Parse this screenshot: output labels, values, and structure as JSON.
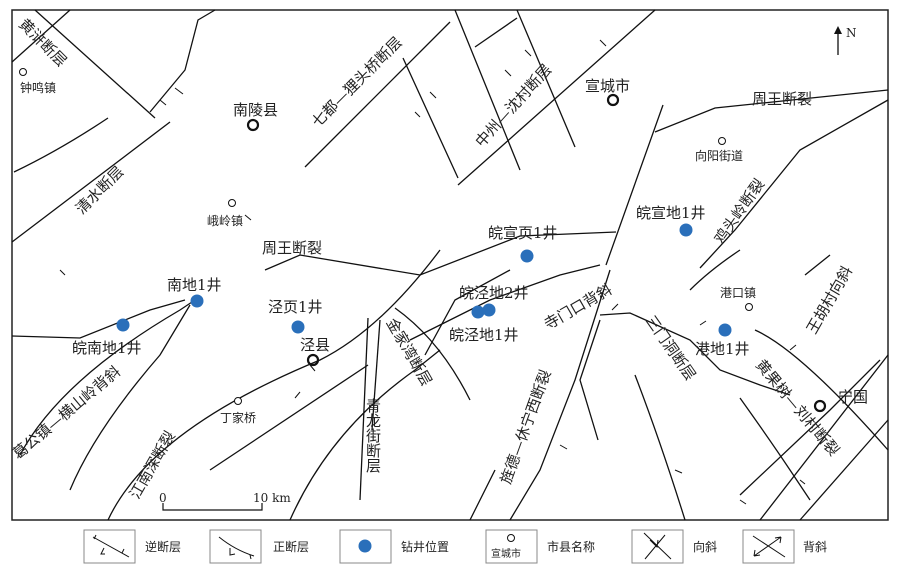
{
  "colors": {
    "well": "#2a6fba",
    "line": "#111111"
  },
  "north": "N",
  "scale": {
    "zero": "0",
    "end": "10 km"
  },
  "faults": {
    "huanghu": "黄浒断层",
    "qidu": "七都—狸头桥断层",
    "zhongzhou": "中州—沈村断层",
    "zhouwang_e": "周王断裂",
    "zhouwang_w": "周王断裂",
    "qingshui": "清水断层",
    "jitouling": "鸡头岭断裂",
    "jinjiawan": "金家湾断层",
    "qinglongjie": "青龙街断层",
    "jiangnan": "江南深断裂",
    "jingde": "旌德—休宁西断裂",
    "sanmendong": "三门洞断层",
    "huangguoshu": "黄果树—刘村断裂"
  },
  "folds": {
    "gegong": "葛公镇—横山岭背斜",
    "simenkou": "寺门口背斜",
    "wanghucun": "王胡村向斜"
  },
  "towns": {
    "zhongming": "钟鸣镇",
    "nanling": "南陵县",
    "xuancheng": "宣城市",
    "xiangyang": "向阳街道",
    "eling": "峨岭镇",
    "jingxian": "泾县",
    "dingjiaqiao": "丁家桥",
    "gangkou": "港口镇",
    "ningguo": "宁国"
  },
  "wells": {
    "wanxuandi1": "皖宣地1井",
    "wanxuanye1": "皖宣页1井",
    "nandi1": "南地1井",
    "jingye1": "泾页1井",
    "wannandi1": "皖南地1井",
    "wanjingdi2": "皖泾地2井",
    "wanjingdi1": "皖泾地1井",
    "gangdi1": "港地1井"
  },
  "legend": [
    {
      "label": "逆断层",
      "icon": "reverse-fault"
    },
    {
      "label": "正断层",
      "icon": "normal-fault"
    },
    {
      "label": "钻井位置",
      "icon": "well"
    },
    {
      "label": "市县名称",
      "icon": "city",
      "sample": "宣城市"
    },
    {
      "label": "向斜",
      "icon": "syncline"
    },
    {
      "label": "背斜",
      "icon": "anticline"
    }
  ]
}
